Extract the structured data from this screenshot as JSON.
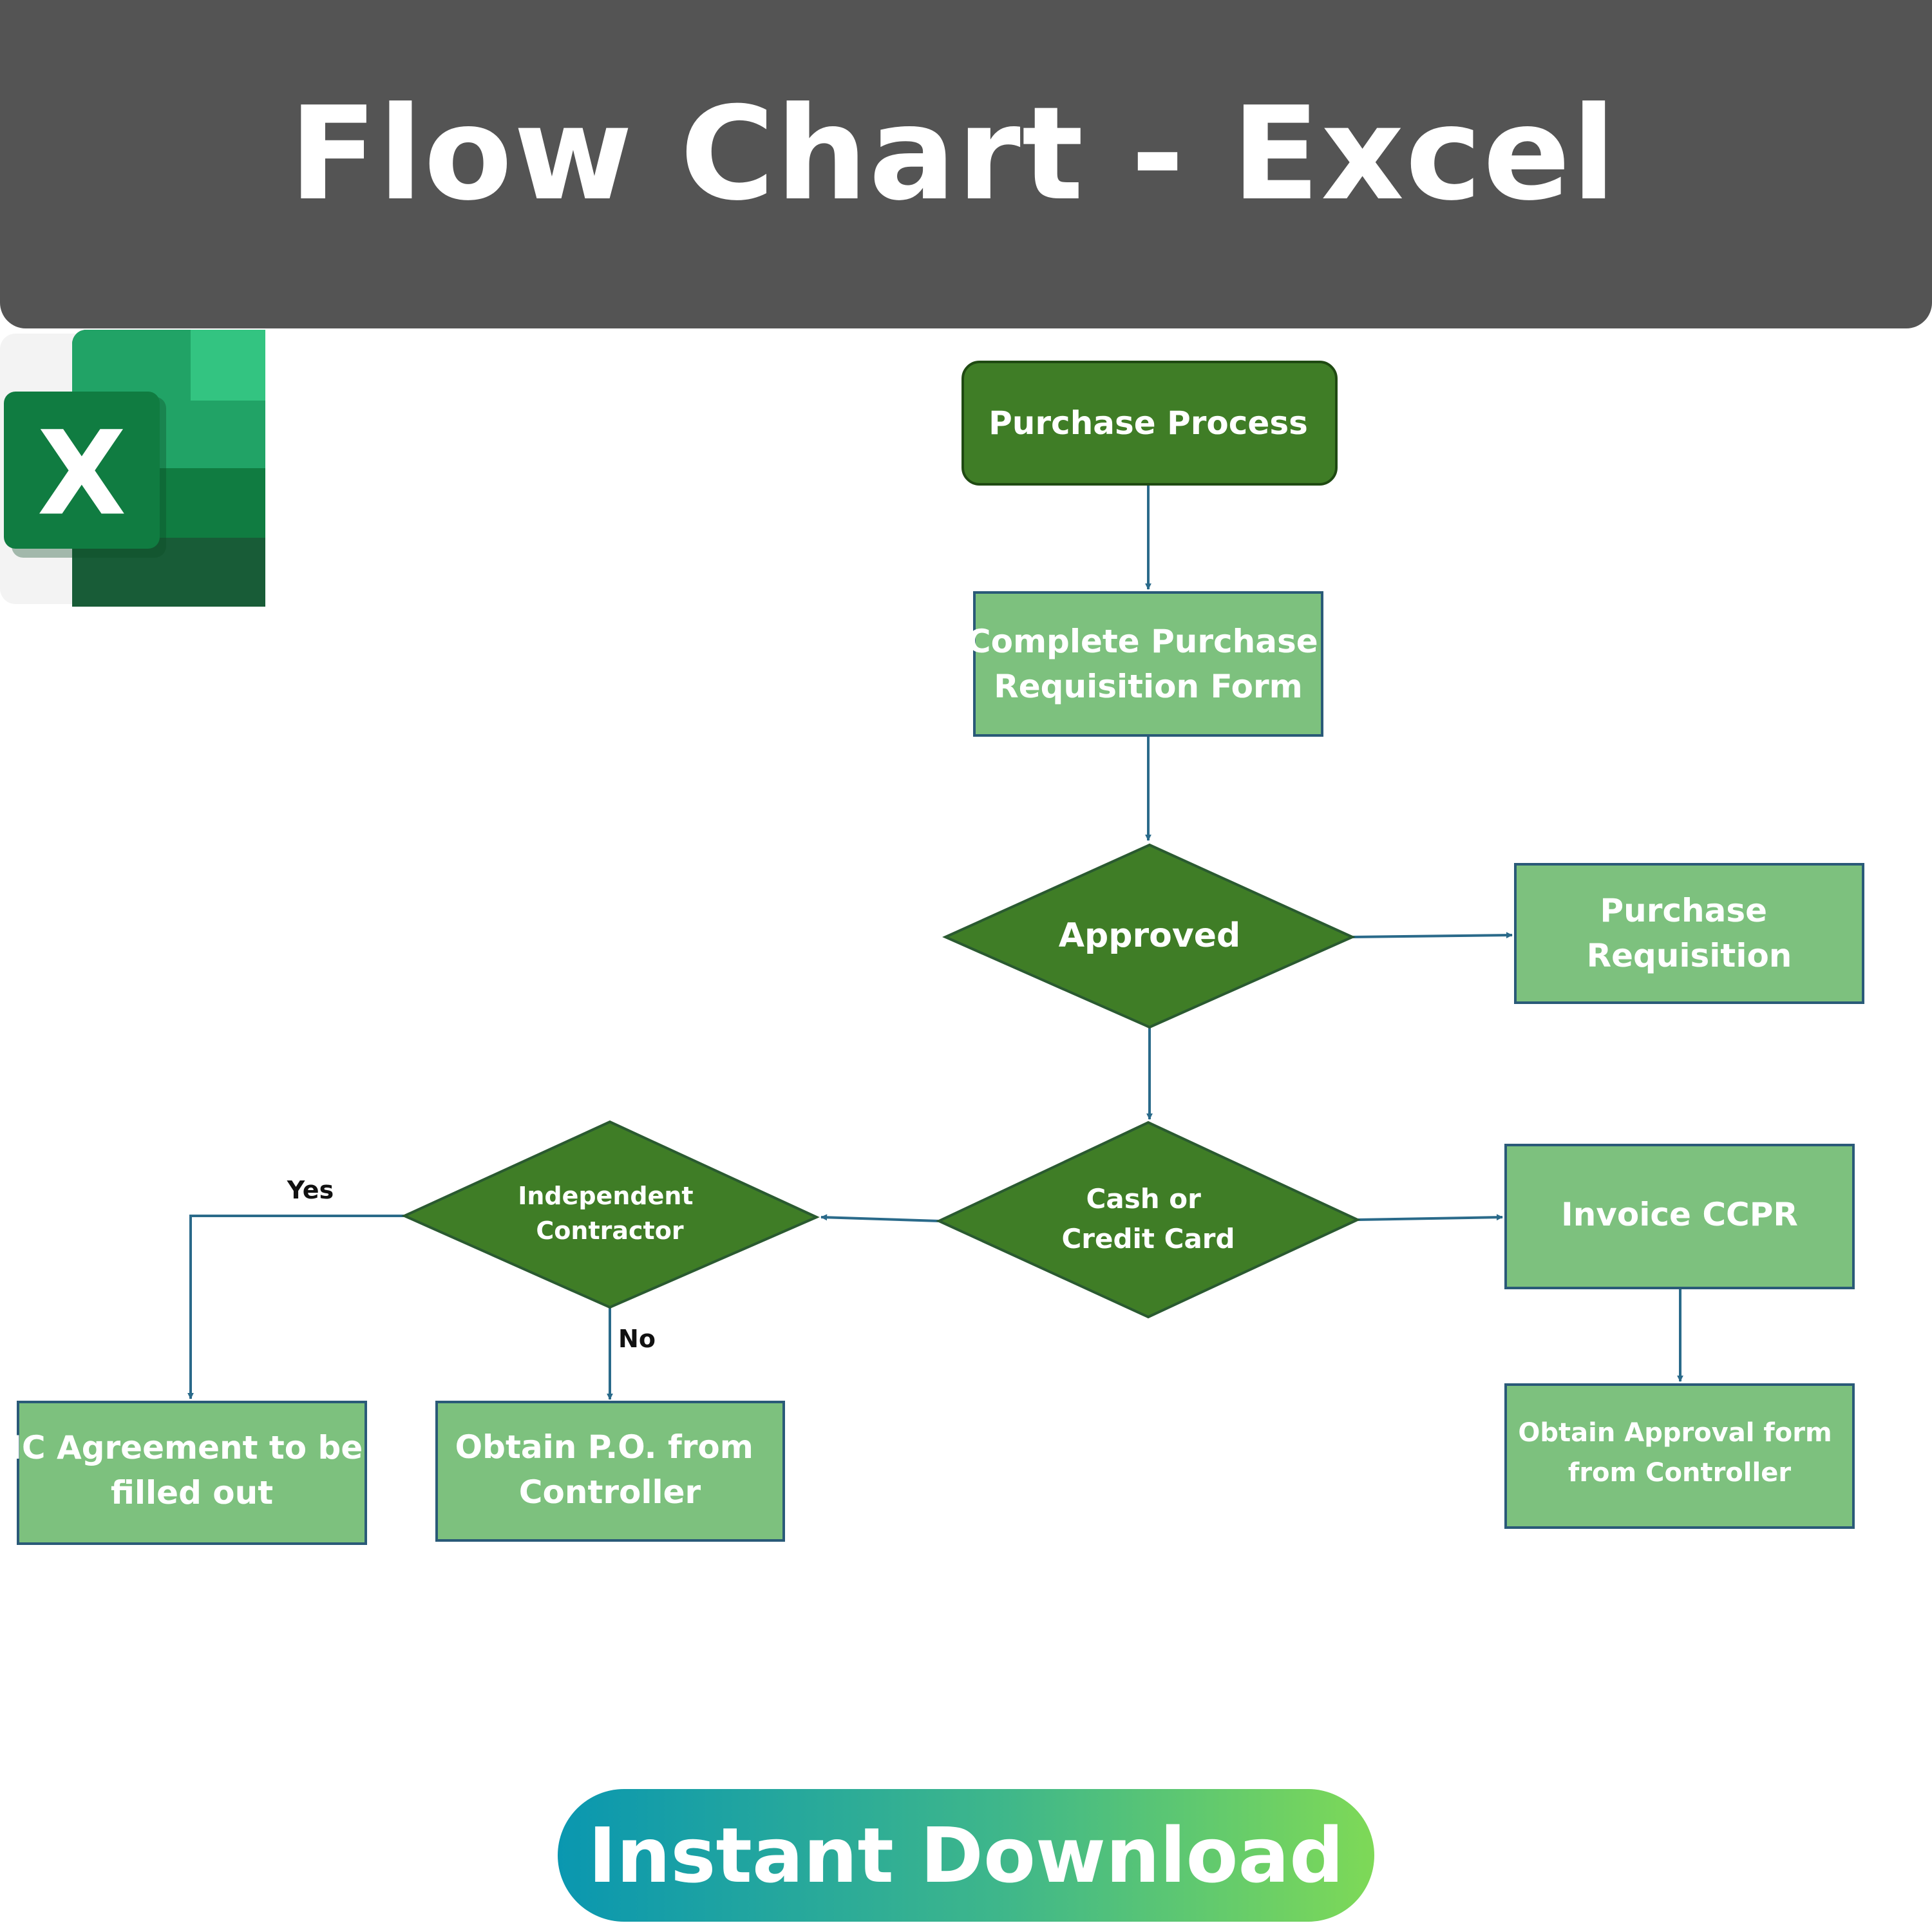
{
  "header": {
    "title": "Flow Chart - Excel"
  },
  "logo": {
    "icon": "excel-logo-icon",
    "letter": "X",
    "colors": {
      "dark": "#107c41",
      "mid": "#21a366",
      "light": "#33c481",
      "darkest": "#185c37"
    }
  },
  "flowchart": {
    "nodes": {
      "start": {
        "lines": [
          "Purchase Process"
        ]
      },
      "form": {
        "lines": [
          "Complete Purchase",
          "Requisition Form"
        ]
      },
      "approved": {
        "lines": [
          "Approved"
        ]
      },
      "requisition": {
        "lines": [
          "Purchase",
          "Requisition"
        ]
      },
      "cash": {
        "lines": [
          "Cash  or",
          "Credit Card"
        ]
      },
      "contractor": {
        "lines": [
          "Independent",
          "Contractor"
        ]
      },
      "invoice": {
        "lines": [
          "Invoice CCPR"
        ]
      },
      "approval": {
        "lines": [
          "Obtain Approval form",
          "from Controller"
        ]
      },
      "ic": {
        "lines": [
          "IC Agreement to be",
          "filled out"
        ]
      },
      "po": {
        "lines": [
          "Obtain P.O. from",
          "Controller"
        ]
      }
    },
    "edge_labels": {
      "yes": "Yes",
      "no": "No"
    },
    "colors": {
      "dark_green": "#3f7d26",
      "light_green": "#7dc17e",
      "border": "#2a5a78",
      "arrow": "#2a6a8a"
    }
  },
  "cta": {
    "label": "Instant Download"
  }
}
